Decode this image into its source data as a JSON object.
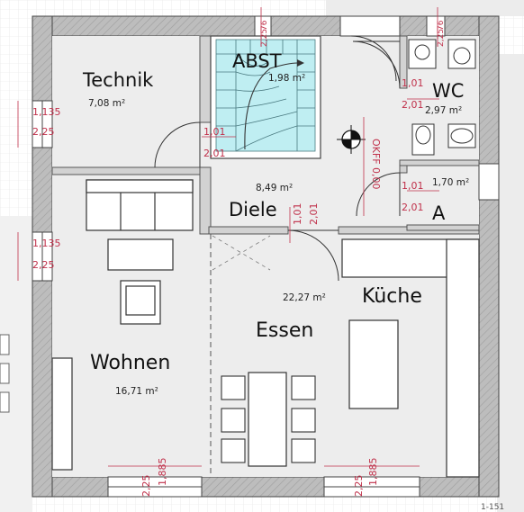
{
  "rooms": {
    "technik": {
      "name": "Technik",
      "area": "7,08 m²"
    },
    "abst": {
      "name": "ABST",
      "area": "1,98 m²"
    },
    "wc": {
      "name": "WC",
      "area": "2,97 m²"
    },
    "a": {
      "name": "A",
      "area": "1,70 m²"
    },
    "diele": {
      "name": "Diele",
      "area": "8,49 m²"
    },
    "wohnen": {
      "name": "Wohnen",
      "area": "16,71 m²"
    },
    "essen": {
      "name": "Essen",
      "area": "22,27 m²"
    },
    "kueche": {
      "name": "Küche"
    }
  },
  "dimensions": {
    "window_left_1": {
      "top": "1,135",
      "bottom": "2,25"
    },
    "window_left_2": {
      "top": "1,135",
      "bottom": "2,25"
    },
    "door_technik": {
      "top": "1,01",
      "bottom": "2,01"
    },
    "door_wc": {
      "top": "1,01",
      "bottom": "2,01"
    },
    "door_a": {
      "top": "1,01",
      "bottom": "2,01"
    },
    "door_diele": {
      "top": "1,01",
      "bottom": "2,01"
    },
    "window_bottom_1": {
      "top": "1,885",
      "bottom": "2,25"
    },
    "window_bottom_2": {
      "top": "1,885",
      "bottom": "2,25"
    },
    "top_1": {
      "top": "76",
      "bottom": "2,25"
    },
    "top_2": {
      "top": "76",
      "bottom": "2,25"
    },
    "okff": "OKFF 0,00",
    "corner": "1-151"
  }
}
